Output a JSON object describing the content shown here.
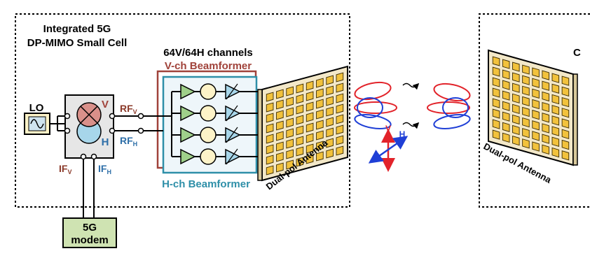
{
  "title": {
    "line1": "Integrated 5G",
    "line2": "DP-MIMO Small Cell"
  },
  "channels_label": "64V/64H channels",
  "v_beamformer_label": "V-ch Beamformer",
  "h_beamformer_label": "H-ch Beamformer",
  "lo_label": "LO",
  "mixer_v_label": "V",
  "mixer_h_label": "H",
  "rf_v": {
    "main": "RF",
    "sub": "V"
  },
  "rf_h": {
    "main": "RF",
    "sub": "H"
  },
  "if_v": {
    "main": "IF",
    "sub": "V"
  },
  "if_h": {
    "main": "IF",
    "sub": "H"
  },
  "modem": {
    "line1": "5G",
    "line2": "modem"
  },
  "tx_antenna_label": "Dual-pol Antenna",
  "rx_antenna_label": "Dual-pol Antenna",
  "rx_partial_label": "C",
  "polarization": {
    "v": "V",
    "h": "H"
  },
  "colors": {
    "v_pol": "#e2232a",
    "h_pol": "#1f3fd6",
    "v_beamformer": "#a0423a",
    "h_beamformer": "#2e8fa8",
    "antenna_frame": "#f3e8c8",
    "antenna_patch": "#f2c23c",
    "amp_green": "#9fd08a",
    "amp_blue": "#a7d6ea",
    "phase_shifter": "#fdf3c8",
    "modem_fill": "#cfe3b2",
    "if_label": "#8b3a2a",
    "rf_label": "#8b3a2a",
    "h_label_blue": "#2e6fa8"
  }
}
